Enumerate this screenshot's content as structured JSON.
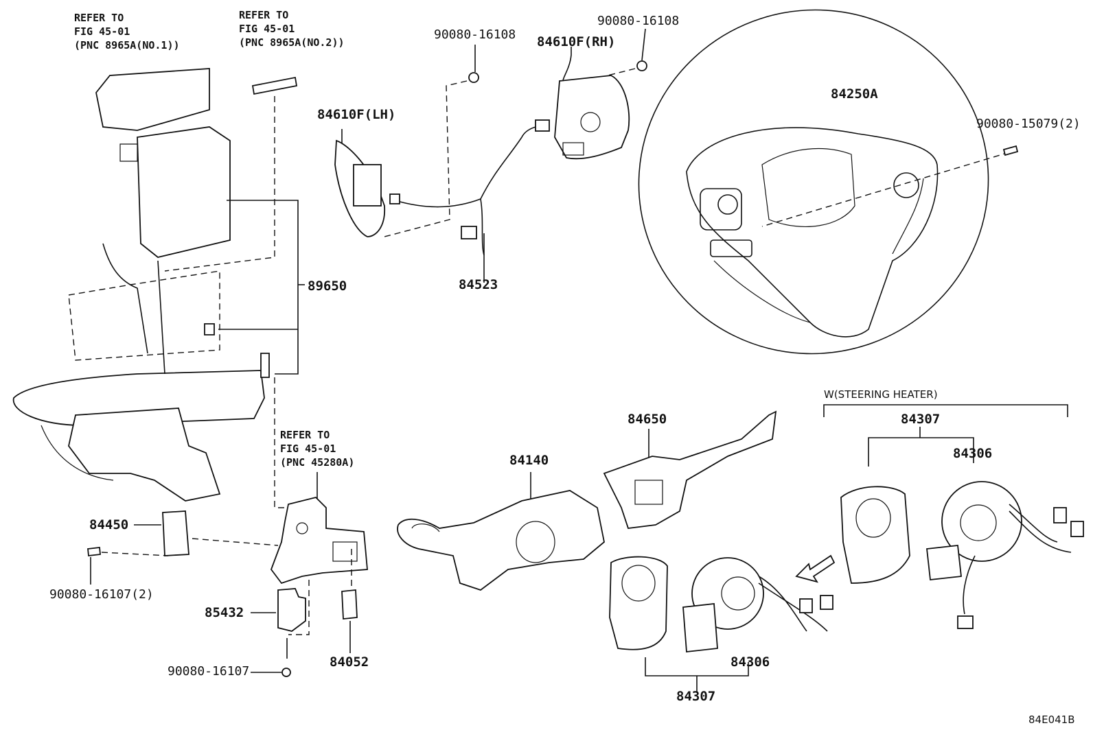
{
  "refs": {
    "ref1": [
      "REFER TO",
      "FIG 45-01",
      "(PNC 8965A(NO.1))"
    ],
    "ref2": [
      "REFER TO",
      "FIG 45-01",
      "(PNC 8965A(NO.2))"
    ],
    "ref3": [
      "REFER TO",
      "FIG 45-01",
      "(PNC 45280A)"
    ]
  },
  "labels": {
    "p90080_16108_a": "90080-16108",
    "p90080_16108_b": "90080-16108",
    "p84610F_RH": "84610F(RH)",
    "p84610F_LH": "84610F(LH)",
    "p84250A": "84250A",
    "p90080_15079": "90080-15079(2)",
    "p89650": "89650",
    "p84523": "84523",
    "p84650": "84650",
    "p84140": "84140",
    "p84450": "84450",
    "p90080_16107_2": "90080-16107(2)",
    "p85432": "85432",
    "p90080_16107": "90080-16107",
    "p84052": "84052",
    "p84307_a": "84307",
    "p84306_a": "84306",
    "p84306_b": "84306",
    "p84307_b": "84307",
    "steering_heater": "W(STEERING HEATER)",
    "figure_code": "84E041B"
  }
}
